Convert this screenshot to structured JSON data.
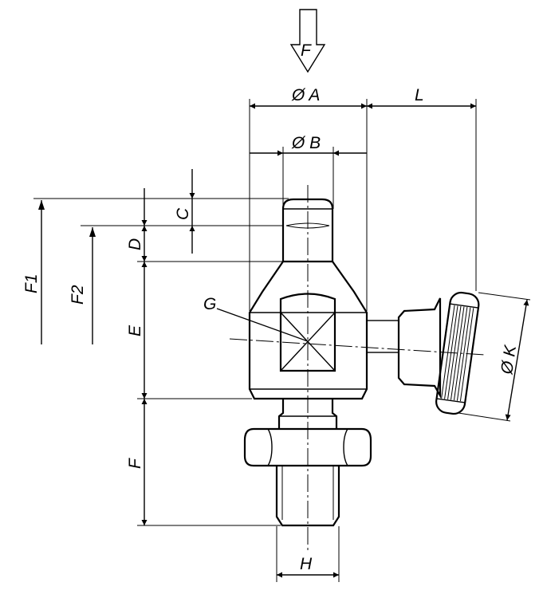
{
  "drawing": {
    "labels": {
      "force": "F",
      "dia_a": "Ø A",
      "dia_b": "Ø B",
      "length_l": "L",
      "dim_c": "C",
      "dim_d": "D",
      "dim_e": "E",
      "dim_f": "F",
      "dim_f1": "F1",
      "dim_f2": "F2",
      "thread_g": "G",
      "thread_h": "H",
      "dia_k": "Ø K"
    }
  }
}
